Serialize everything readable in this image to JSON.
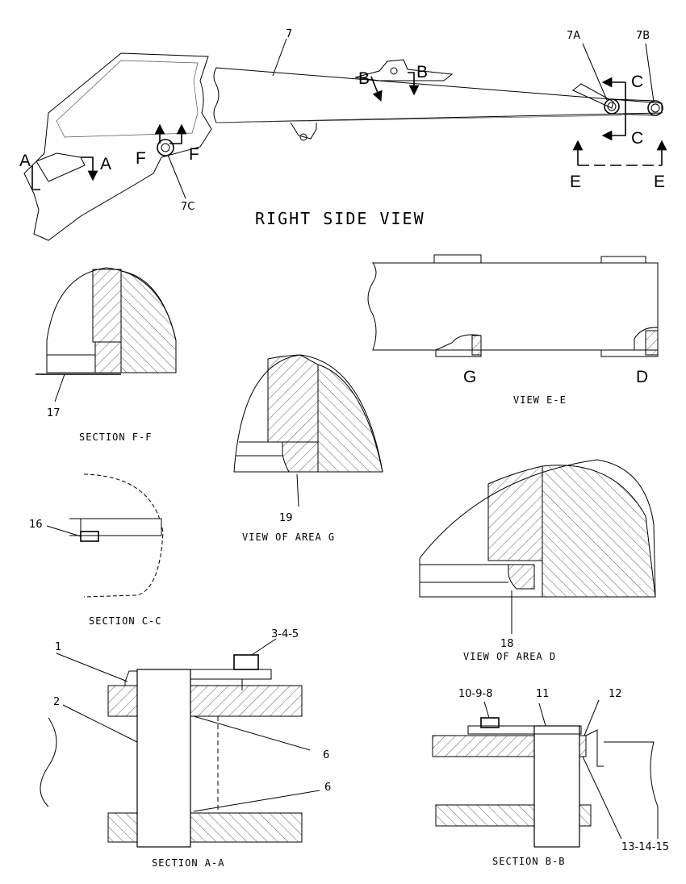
{
  "main_view": {
    "title": "RIGHT SIDE VIEW",
    "callouts": {
      "part_7": "7",
      "part_7a": "7A",
      "part_7b": "7B",
      "part_7c": "7C"
    },
    "section_markers": {
      "a": "A",
      "b": "B",
      "c": "C",
      "e": "E",
      "f": "F"
    }
  },
  "section_ff": {
    "caption": "SECTION F-F",
    "callout": "17"
  },
  "view_ee": {
    "caption": "VIEW E-E",
    "marker_g": "G",
    "marker_d": "D"
  },
  "area_g": {
    "caption": "VIEW OF AREA G",
    "callout": "19"
  },
  "section_cc": {
    "caption": "SECTION C-C",
    "callout": "16"
  },
  "area_d": {
    "caption": "VIEW OF AREA D",
    "callout": "18"
  },
  "section_aa": {
    "caption": "SECTION A-A",
    "callouts": {
      "c1": "1",
      "c2": "2",
      "c345": "3-4-5",
      "c6a": "6",
      "c6b": "6"
    }
  },
  "section_bb": {
    "caption": "SECTION B-B",
    "callouts": {
      "c1098": "10-9-8",
      "c11": "11",
      "c12": "12",
      "c131415": "13-14-15"
    }
  }
}
